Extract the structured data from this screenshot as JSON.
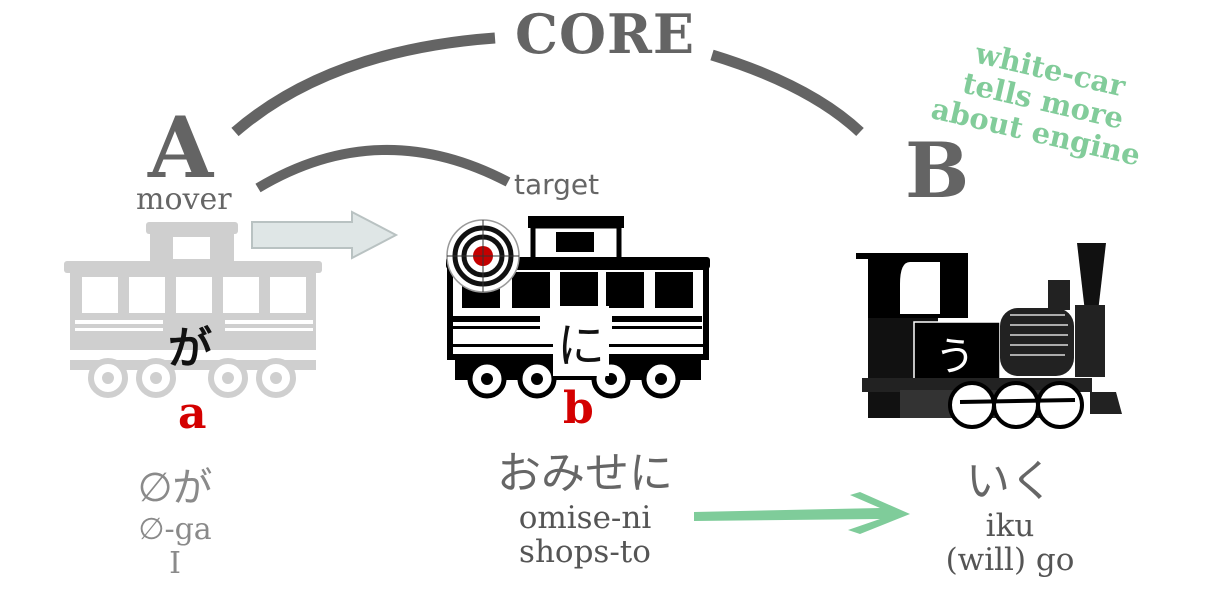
{
  "title": "CORE",
  "nodes": {
    "A": {
      "letter": "A",
      "role": "mover",
      "particle": "が",
      "label": "a"
    },
    "B": {
      "letter": "B"
    },
    "target": {
      "role": "target",
      "particle": "に",
      "label": "b"
    },
    "engine": {
      "kana": "う"
    }
  },
  "note": [
    "white-car",
    "tells more",
    "about engine"
  ],
  "columns": {
    "a": {
      "kana": "∅が",
      "romaji": "∅-ga",
      "gloss": "I"
    },
    "b": {
      "kana": "おみせに",
      "romaji": "omise-ni",
      "gloss": "shops-to"
    },
    "c": {
      "kana": "いく",
      "romaji": "iku",
      "gloss": "(will) go"
    }
  },
  "colors": {
    "grey": "#646464",
    "green": "#7fcc9a",
    "red": "#d40000"
  }
}
